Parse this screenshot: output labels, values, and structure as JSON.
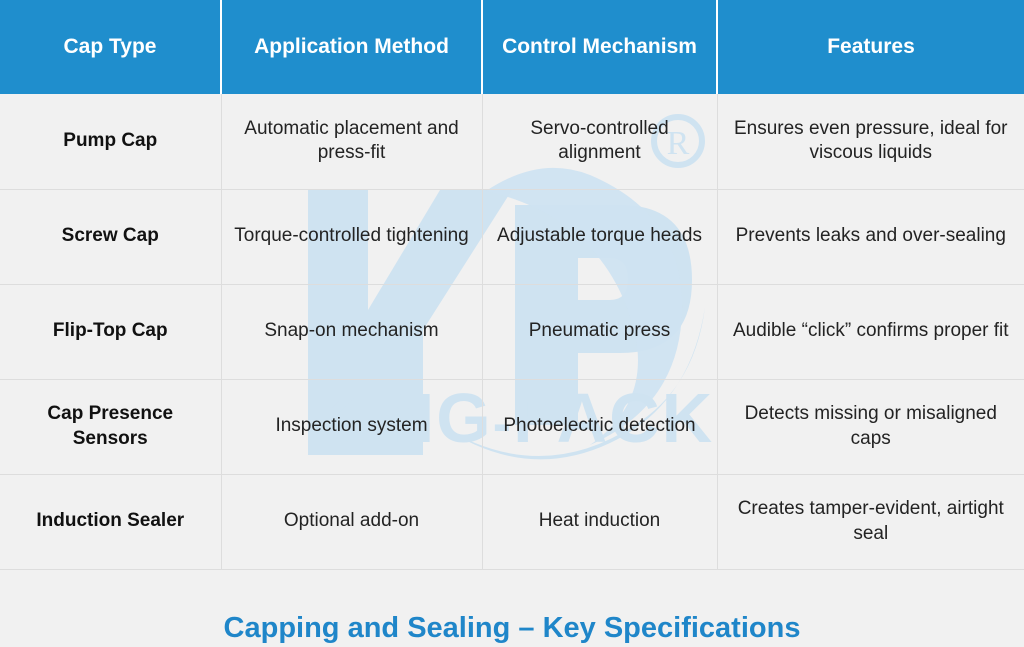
{
  "colors": {
    "header_bg": "#1f8ecd",
    "header_text": "#ffffff",
    "page_bg": "#f1f1f1",
    "cell_text": "#232323",
    "grid_line": "#dddddd",
    "title": "#1f86c9",
    "watermark": "#cfe3f1"
  },
  "table": {
    "columns": [
      "Cap Type",
      "Application Method",
      "Control Mechanism",
      "Features"
    ],
    "rows": [
      {
        "cap_type": "Pump Cap",
        "application_method": "Automatic placement and press-fit",
        "control_mechanism": "Servo-controlled alignment",
        "features": "Ensures even pressure, ideal for viscous liquids"
      },
      {
        "cap_type": "Screw Cap",
        "application_method": "Torque-controlled tightening",
        "control_mechanism": "Adjustable torque heads",
        "features": "Prevents leaks and over-sealing"
      },
      {
        "cap_type": "Flip-Top Cap",
        "application_method": "Snap-on mechanism",
        "control_mechanism": "Pneumatic press",
        "features": "Audible “click” confirms proper fit"
      },
      {
        "cap_type": "Cap Presence Sensors",
        "application_method": "Inspection system",
        "control_mechanism": "Photoelectric detection",
        "features": "Detects missing or misaligned caps"
      },
      {
        "cap_type": "Induction Sealer",
        "application_method": "Optional add-on",
        "control_mechanism": "Heat induction",
        "features": "Creates tamper-evident, airtight seal"
      }
    ]
  },
  "title": "Capping and Sealing – Key Specifications",
  "watermark": {
    "monogram": "KP",
    "brand_text": "KING",
    "brand_separator": "-",
    "brand_text2": "PACK",
    "registered_mark": "®"
  }
}
